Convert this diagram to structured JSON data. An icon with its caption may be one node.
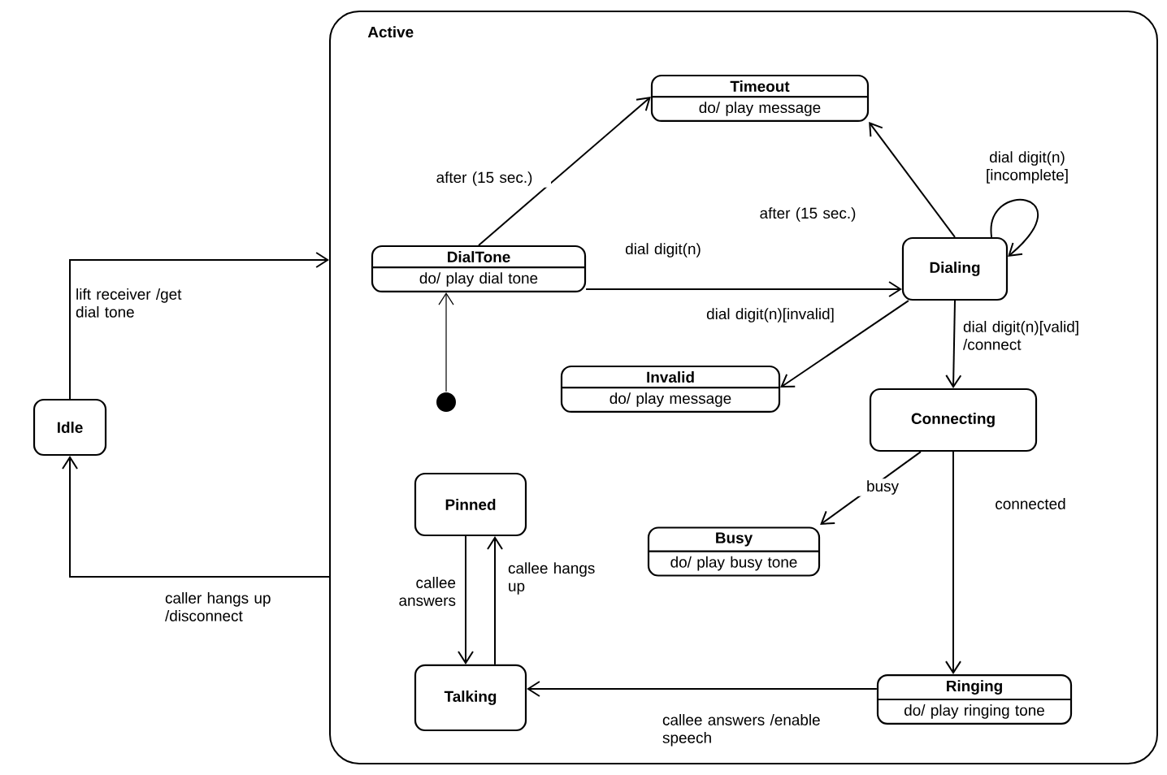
{
  "diagram": {
    "nodes": [
      {
        "text": [
          "Active"
        ]
      },
      {
        "text": [
          "Idle"
        ]
      },
      {
        "text": [
          "DialTone",
          "do/ play dial tone"
        ],
        "in": 0
      },
      {
        "text": [
          "Timeout",
          "do/ play message"
        ],
        "in": 0
      },
      {
        "text": [
          "Dialing"
        ],
        "in": 0
      },
      {
        "text": [
          "Invalid",
          "do/ play message"
        ],
        "in": 0
      },
      {
        "text": [
          "Connecting"
        ],
        "in": 0
      },
      {
        "text": [
          "Pinned"
        ],
        "in": 0
      },
      {
        "text": [
          "Busy",
          "do/ play busy tone"
        ],
        "in": 0
      },
      {
        "text": [
          "Talking"
        ],
        "in": 0
      },
      {
        "text": [
          "Ringing",
          "do/ play ringing tone"
        ],
        "in": 0
      },
      {
        "text": [],
        "shape": "circle",
        "in": 0
      }
    ],
    "edges": [
      {
        "from": 1,
        "to": 0,
        "arrow": "to",
        "label": "lift receiver /get dial tone"
      },
      {
        "from": 0,
        "to": 1,
        "arrow": "to",
        "label": "caller hangs up /disconnect"
      },
      {
        "from": 11,
        "to": 2,
        "arrow": "to"
      },
      {
        "from": 2,
        "to": 3,
        "arrow": "to",
        "label": "after (15 sec.)"
      },
      {
        "from": 2,
        "to": 4,
        "arrow": "to",
        "label": "dial digit(n)"
      },
      {
        "from": 4,
        "to": 3,
        "arrow": "to",
        "label": "after (15 sec.)"
      },
      {
        "from": 4,
        "to": 4,
        "arrow": "to",
        "label": "dial digit(n) [incomplete]"
      },
      {
        "from": 4,
        "to": 5,
        "arrow": "to",
        "label": "dial digit(n)[invalid]"
      },
      {
        "from": 4,
        "to": 6,
        "arrow": "to",
        "label": "dial digit(n)[valid] /connect"
      },
      {
        "from": 6,
        "to": 8,
        "arrow": "to",
        "label": "busy"
      },
      {
        "from": 6,
        "to": 10,
        "arrow": "to",
        "label": "connected"
      },
      {
        "from": 10,
        "to": 9,
        "arrow": "to",
        "label": "callee answers /enable speech"
      },
      {
        "from": 7,
        "to": 9,
        "arrow": "to",
        "label": "callee answers"
      },
      {
        "from": 9,
        "to": 7,
        "arrow": "to",
        "label": "callee hangs up"
      }
    ]
  }
}
